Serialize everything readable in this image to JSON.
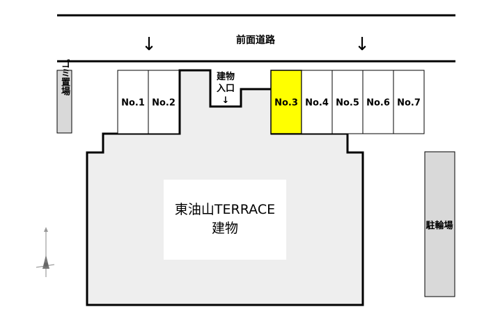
{
  "road": {
    "label": "前面道路",
    "arrow_glyph": "↓"
  },
  "entrance": {
    "line1": "建物",
    "line2": "入口",
    "arrow": "↓"
  },
  "garbage": {
    "label": "ゴミ置場"
  },
  "bicycle": {
    "label": "駐輪場"
  },
  "building": {
    "name": "東油山TERRACE",
    "label": "建物"
  },
  "parking": {
    "left_spaces": [
      "No.1",
      "No.2"
    ],
    "right_spaces": [
      "No.3",
      "No.4",
      "No.5",
      "No.6",
      "No.7"
    ],
    "highlighted": "No.3"
  },
  "colors": {
    "highlight": "#ffff00",
    "building_fill": "#eeeeee",
    "bin_fill": "#d9d9d9",
    "line": "#000000"
  }
}
